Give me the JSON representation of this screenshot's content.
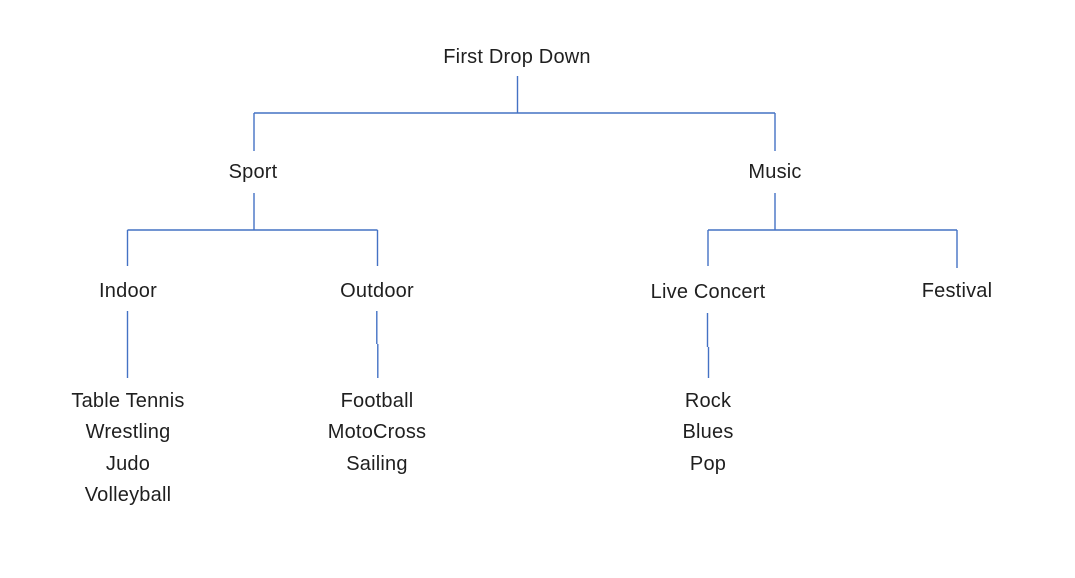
{
  "diagram": {
    "title_node": {
      "label": "First Drop Down"
    },
    "line_color": "#4472C4",
    "text_color": "#1f1f1f",
    "branches": {
      "sport": {
        "label": "Sport"
      },
      "music": {
        "label": "Music"
      }
    },
    "groups": {
      "indoor": {
        "label": "Indoor",
        "items": [
          "Table Tennis",
          "Wrestling",
          "Judo",
          "Volleyball"
        ]
      },
      "outdoor": {
        "label": "Outdoor",
        "items": [
          "Football",
          "MotoCross",
          "Sailing"
        ]
      },
      "live_concert": {
        "label": "Live Concert",
        "items": [
          "Rock",
          "Blues",
          "Pop"
        ]
      },
      "festival": {
        "label": "Festival",
        "items": []
      }
    }
  }
}
